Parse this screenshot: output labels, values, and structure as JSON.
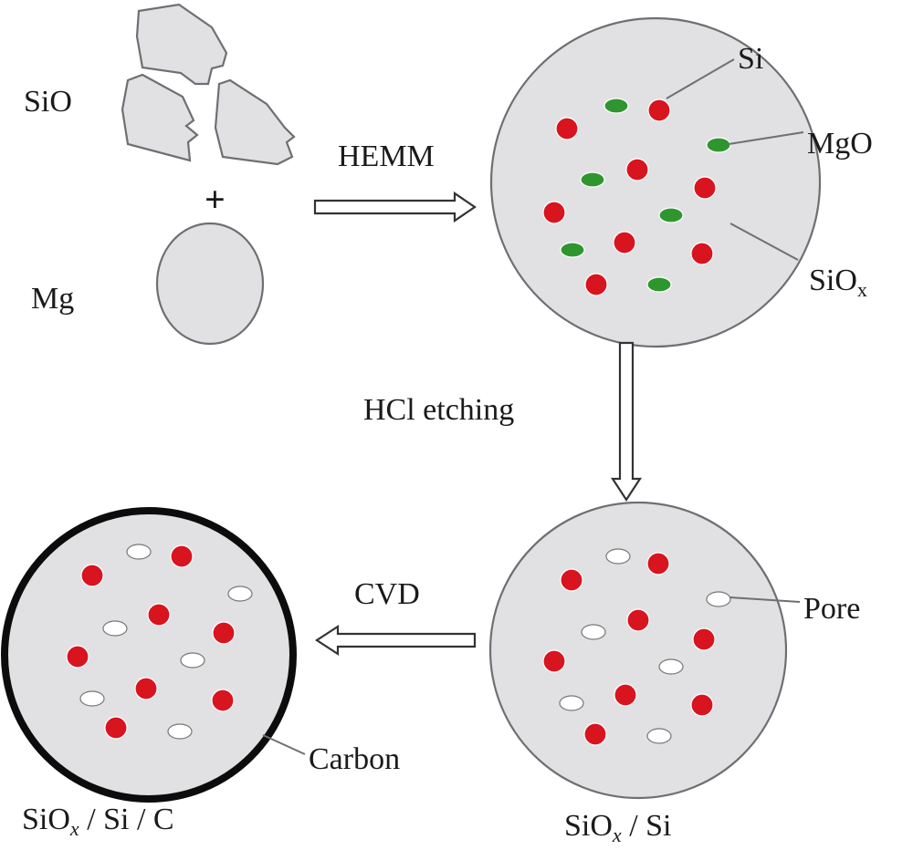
{
  "labels": {
    "sio": "SiO",
    "plus": "+",
    "mg": "Mg",
    "hemm": "HEMM",
    "si": "Si",
    "mgo": "MgO",
    "siox_base": "SiO",
    "siox_sub": "x",
    "hcl": "HCl etching",
    "cvd": "CVD",
    "pore": "Pore",
    "carbon": "Carbon",
    "product1": {
      "main": "SiO",
      "sub": "x",
      "rest": " / Si"
    },
    "product2": {
      "main": "SiO",
      "sub": "x",
      "rest": " / Si / C"
    }
  },
  "colors": {
    "particle_fill": "#e1e1e3",
    "outline": "#6f6f73",
    "silicon": "#d8141f",
    "magnesium_oxide": "#2f962f",
    "pore": "#ffffff",
    "carbon_shell": "#0c0c0c",
    "text": "#1a1a1a"
  },
  "icons": {
    "sio_chunk": "irregular-fragment-shape",
    "mg_particle": "circle",
    "process_arrow": "hollow-block-arrow"
  }
}
